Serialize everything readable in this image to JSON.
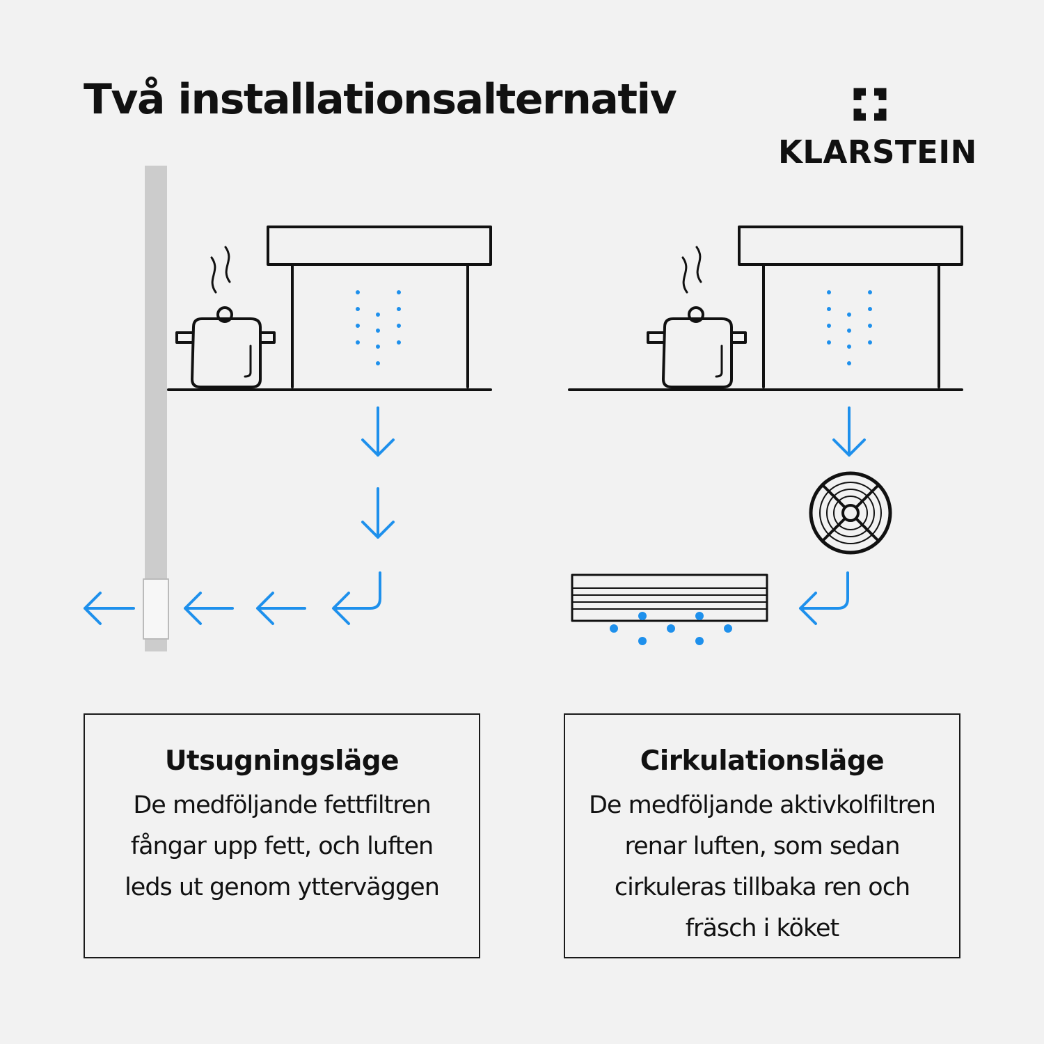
{
  "title": "Två installationsalternativ",
  "brand": {
    "name": "KLARSTEIN",
    "icon": "klarstein-logo-icon"
  },
  "colors": {
    "accent": "#1e90ec",
    "line": "#111111",
    "wall": "#cccccc"
  },
  "modes": [
    {
      "title": "Utsugningsläge",
      "lines": [
        "De medföljande fettfiltren",
        "fångar upp fett, och luften",
        "leds ut genom ytterväggen"
      ]
    },
    {
      "title": "Cirkulationsläge",
      "lines": [
        "De medföljande aktivkolfiltren",
        "renar luften, som sedan",
        "cirkuleras tillbaka ren och",
        "fräsch i köket"
      ]
    }
  ]
}
